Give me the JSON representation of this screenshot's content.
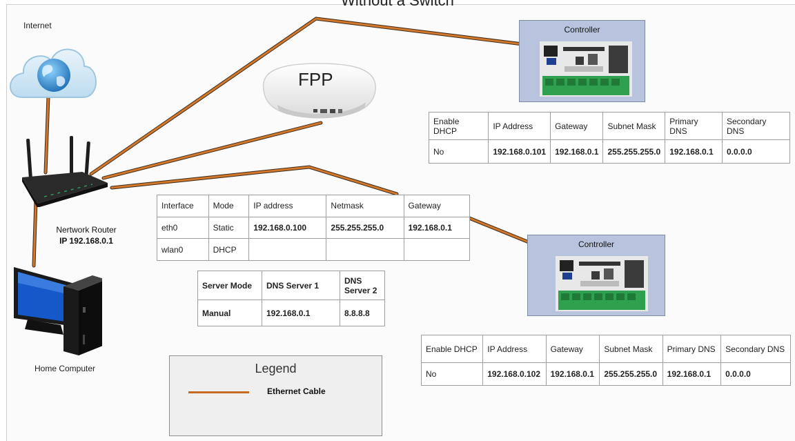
{
  "title": "Without a Switch",
  "internet_label": "Internet",
  "router": {
    "name": "Nertwork Router",
    "ip": "IP 192.168.0.1"
  },
  "computer_label": "Home Computer",
  "fpp_label": "FPP",
  "controller1": {
    "title": "Controller",
    "headers": [
      "Enable DHCP",
      "IP Address",
      "Gateway",
      "Subnet Mask",
      "Primary DNS",
      "Secondary DNS"
    ],
    "values": [
      "No",
      "192.168.0.101",
      "192.168.0.1",
      "255.255.255.0",
      "192.168.0.1",
      "0.0.0.0"
    ]
  },
  "controller2": {
    "title": "Controller",
    "headers": [
      "Enable DHCP",
      "IP Address",
      "Gateway",
      "Subnet Mask",
      "Primary DNS",
      "Secondary DNS"
    ],
    "values": [
      "No",
      "192.168.0.102",
      "192.168.0.1",
      "255.255.255.0",
      "192.168.0.1",
      "0.0.0.0"
    ]
  },
  "fpp_interfaces": {
    "headers": [
      "Interface",
      "Mode",
      "IP address",
      "Netmask",
      "Gateway"
    ],
    "rows": [
      [
        "eth0",
        "Static",
        "192.168.0.100",
        "255.255.255.0",
        "192.168.0.1"
      ],
      [
        "wlan0",
        "DHCP",
        "",
        "",
        ""
      ]
    ]
  },
  "fpp_dns": {
    "headers": [
      "Server Mode",
      "DNS Server 1",
      "DNS Server 2"
    ],
    "values": [
      "Manual",
      "192.168.0.1",
      "8.8.8.8"
    ]
  },
  "legend": {
    "title": "Legend",
    "item": "Ethernet Cable"
  },
  "colors": {
    "cable": "#c66a22",
    "controller_bg": "#b8c4dd"
  }
}
